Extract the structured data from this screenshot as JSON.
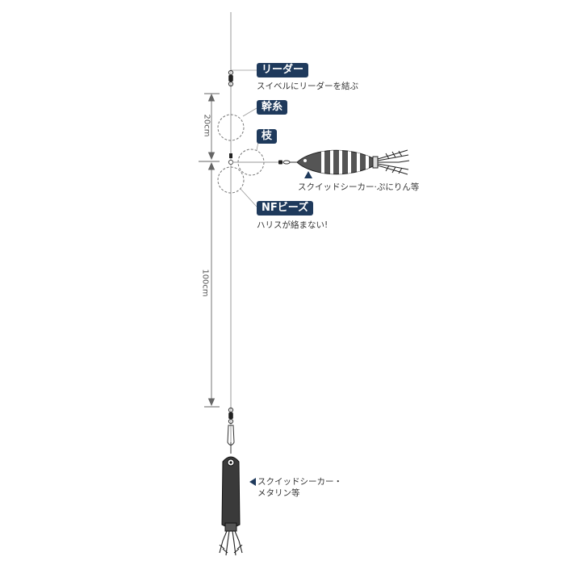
{
  "labels": {
    "leader": "リーダー",
    "leader_note": "スイベルにリーダーを結ぶ",
    "main_line": "幹糸",
    "branch": "枝",
    "nf_beads": "NFビーズ",
    "nf_note": "ハリスが絡まない!",
    "upper_lure_note": "スクイッドシーカー·ぷにりん等",
    "lower_lure_note_1": "スクイッドシーカー・",
    "lower_lure_note_2": "メタリン等"
  },
  "dimensions": {
    "upper": "20cm",
    "lower": "100cm"
  },
  "colors": {
    "tag_bg": "#1f3a5c",
    "line": "#999999",
    "dim_line": "#666666",
    "dark": "#222222"
  }
}
